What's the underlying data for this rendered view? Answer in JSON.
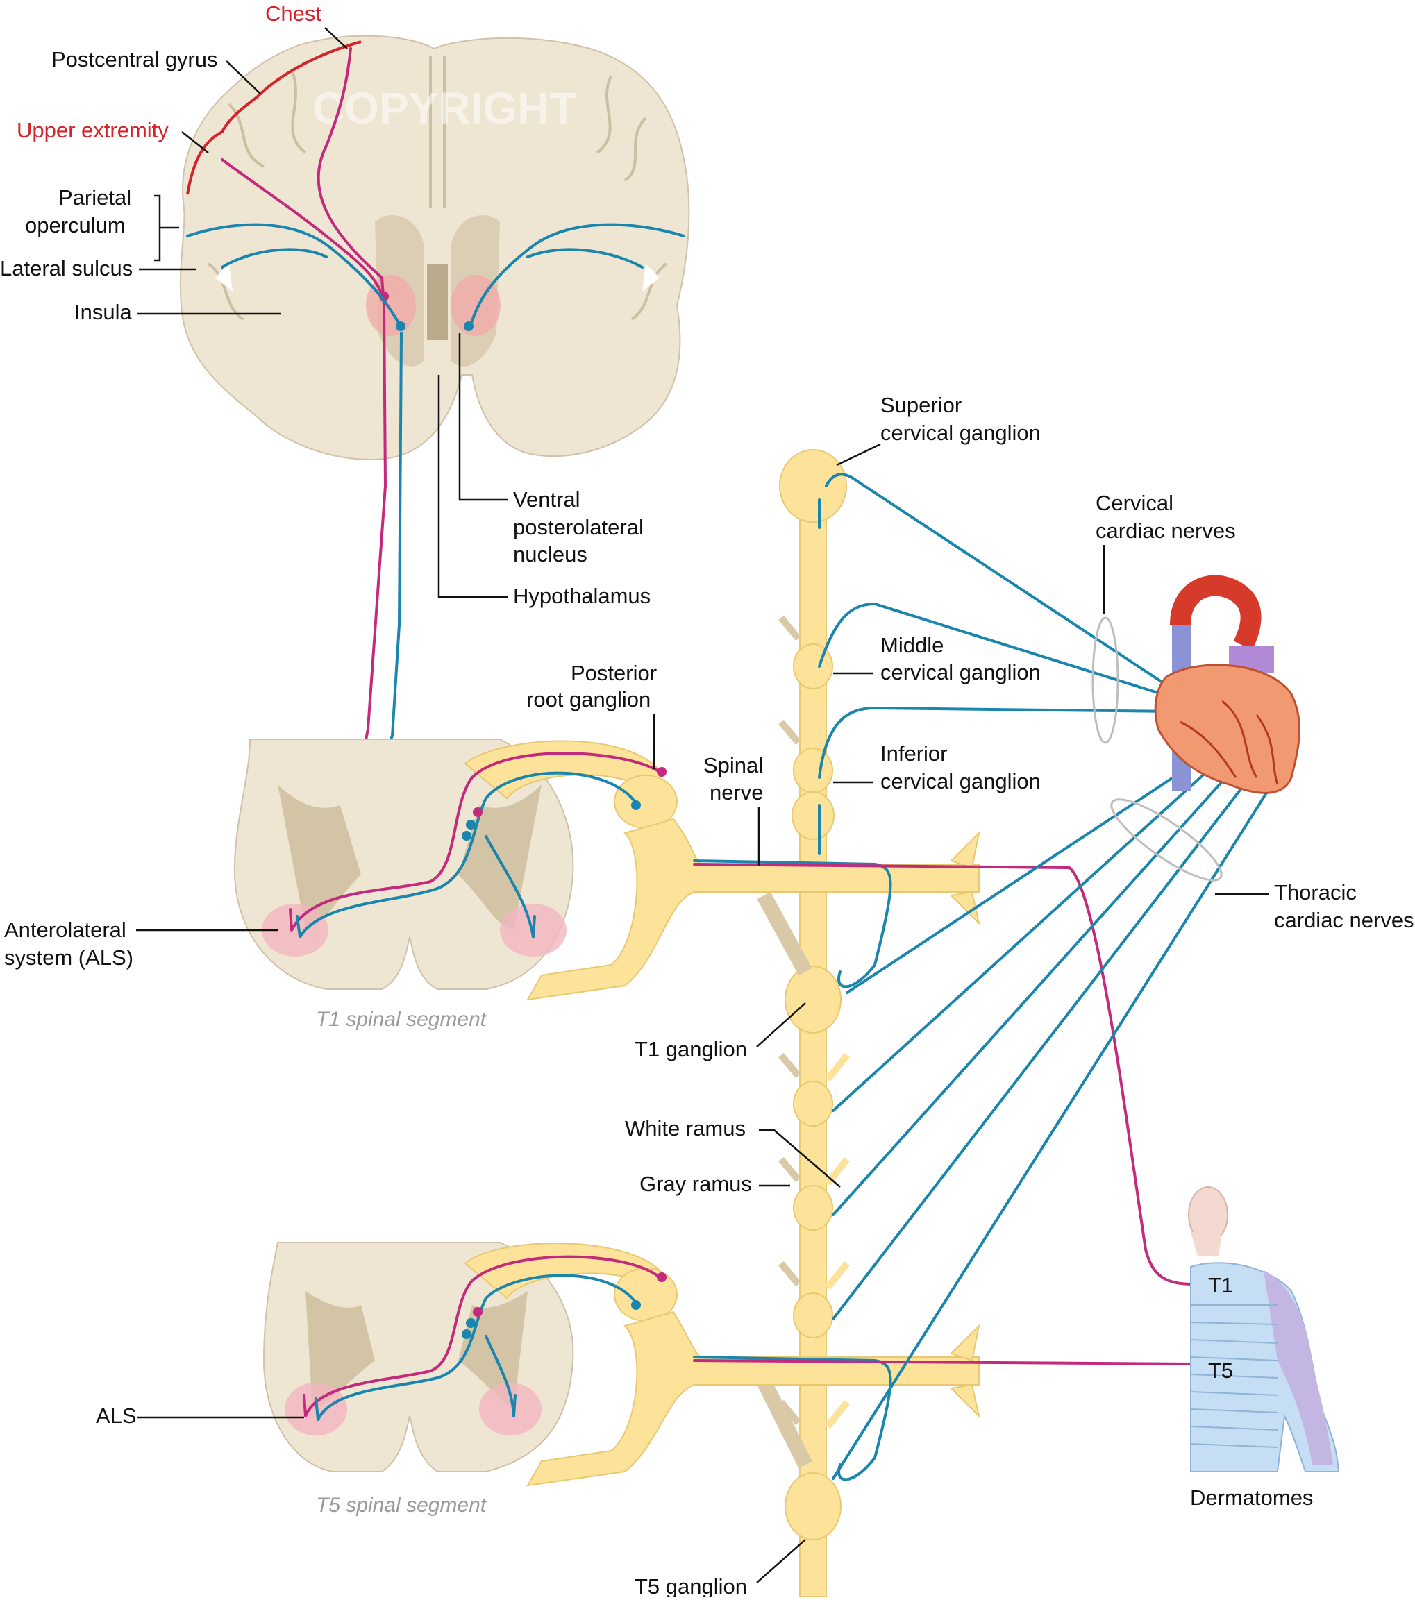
{
  "watermark": "COPYRIGHT",
  "labels": {
    "chest": "Chest",
    "postcentral_gyrus": "Postcentral gyrus",
    "upper_extremity": "Upper extremity",
    "parietal_operculum_1": "Parietal",
    "parietal_operculum_2": "operculum",
    "lateral_sulcus": "Lateral sulcus",
    "insula": "Insula",
    "vpl_1": "Ventral",
    "vpl_2": "posterolateral",
    "vpl_3": "nucleus",
    "hypothalamus": "Hypothalamus",
    "superior_cervical_1": "Superior",
    "superior_cervical_2": "cervical ganglion",
    "cervical_cardiac_1": "Cervical",
    "cervical_cardiac_2": "cardiac nerves",
    "middle_cervical_1": "Middle",
    "middle_cervical_2": "cervical ganglion",
    "inferior_cervical_1": "Inferior",
    "inferior_cervical_2": "cervical ganglion",
    "posterior_root_1": "Posterior",
    "posterior_root_2": "root ganglion",
    "spinal_nerve_1": "Spinal",
    "spinal_nerve_2": "nerve",
    "thoracic_cardiac_1": "Thoracic",
    "thoracic_cardiac_2": "cardiac nerves",
    "anterolateral_1": "Anterolateral",
    "anterolateral_2": "system (ALS)",
    "t1_segment": "T1 spinal segment",
    "t1_ganglion": "T1 ganglion",
    "white_ramus": "White ramus",
    "gray_ramus": "Gray ramus",
    "als": "ALS",
    "t5_segment": "T5 spinal segment",
    "t5_ganglion": "T5 ganglion",
    "dermatome_t1": "T1",
    "dermatome_t5": "T5",
    "dermatomes": "Dermatomes"
  },
  "colors": {
    "visceral_afferent": "#1a86ad",
    "somatic_afferent": "#c42a7b",
    "cortex_highlight": "#d4232a",
    "sympathetic_trunk": "#fde39a",
    "brain_tissue": "#efe5d3"
  }
}
